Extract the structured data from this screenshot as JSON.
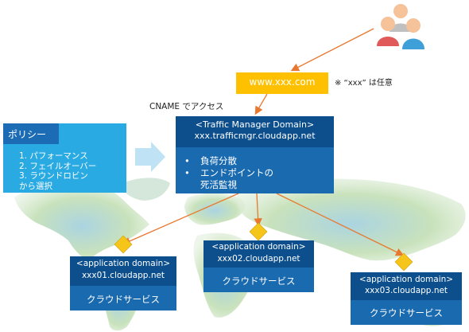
{
  "colors": {
    "yellow": "#ffc000",
    "dark_blue": "#0c4f8c",
    "blue": "#1a6ab0",
    "light_blue": "#29aae2",
    "arrow": "#e8782f"
  },
  "icons": [
    "users-icon",
    "arrow-right-icon",
    "diamond-icon",
    "world-map"
  ],
  "www": {
    "label": "www.xxx.com"
  },
  "note": "※ “xxx” は任意",
  "cname_label": "CNAME でアクセス",
  "traffic_manager": {
    "title": "<Traffic Manager Domain>",
    "host": "xxx.trafficmgr.cloudapp.net",
    "bullets": [
      "負荷分散",
      "エンドポイントの",
      "死活監視"
    ]
  },
  "policy": {
    "tab": "ポリシー",
    "items": [
      "1. パフォーマンス",
      "2. フェイルオーバー",
      "3. ラウンドロビン",
      "から選択"
    ]
  },
  "apps": [
    {
      "title": "<application domain>",
      "host": "xxx01.cloudapp.net",
      "service": "クラウドサービス"
    },
    {
      "title": "<application domain>",
      "host": "xxx02.cloudapp.net",
      "service": "クラウドサービス"
    },
    {
      "title": "<application domain>",
      "host": "xxx03.cloudapp.net",
      "service": "クラウドサービス"
    }
  ]
}
